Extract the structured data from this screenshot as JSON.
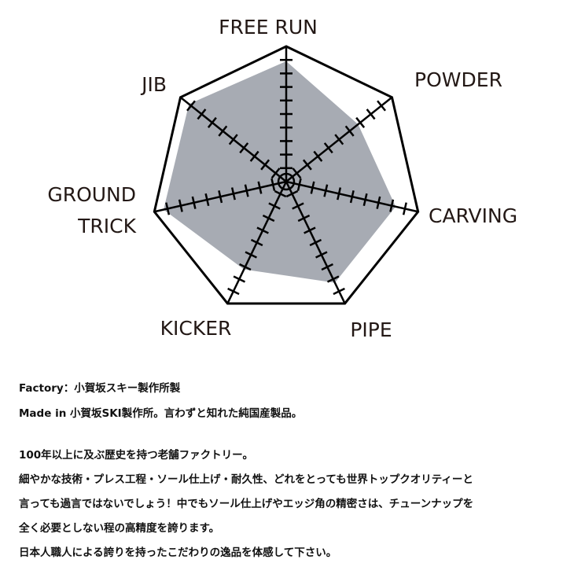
{
  "chart_data": {
    "type": "radar",
    "max_value": 10,
    "categories": [
      "FREE RUN",
      "POWDER",
      "CARVING",
      "PIPE",
      "KICKER",
      "GROUND\nTRICK",
      "JIB"
    ],
    "values": [
      8.9,
      6.8,
      8.3,
      8.3,
      7.2,
      9.3,
      9.2
    ],
    "colors": {
      "fill": "#a7abb3",
      "stroke": "#000000",
      "text": "#231815"
    }
  },
  "spec": [
    "Factory：小賀坂スキー製作所製",
    "Made in 小賀坂SKI製作所。言わずと知れた純国産製品。"
  ],
  "description": [
    "100年以上に及ぶ歴史を持つ老舗ファクトリー。",
    "細やかな技術・プレス工程・ソール仕上げ・耐久性、どれをとっても世界トップクオリティーと",
    "言っても過言ではないでしょう！中でもソール仕上げやエッジ角の精密さは、チューンナップを",
    "全く必要としない程の高精度を誇ります。",
    "日本人職人による誇りを持ったこだわりの逸品を体感して下さい。"
  ]
}
